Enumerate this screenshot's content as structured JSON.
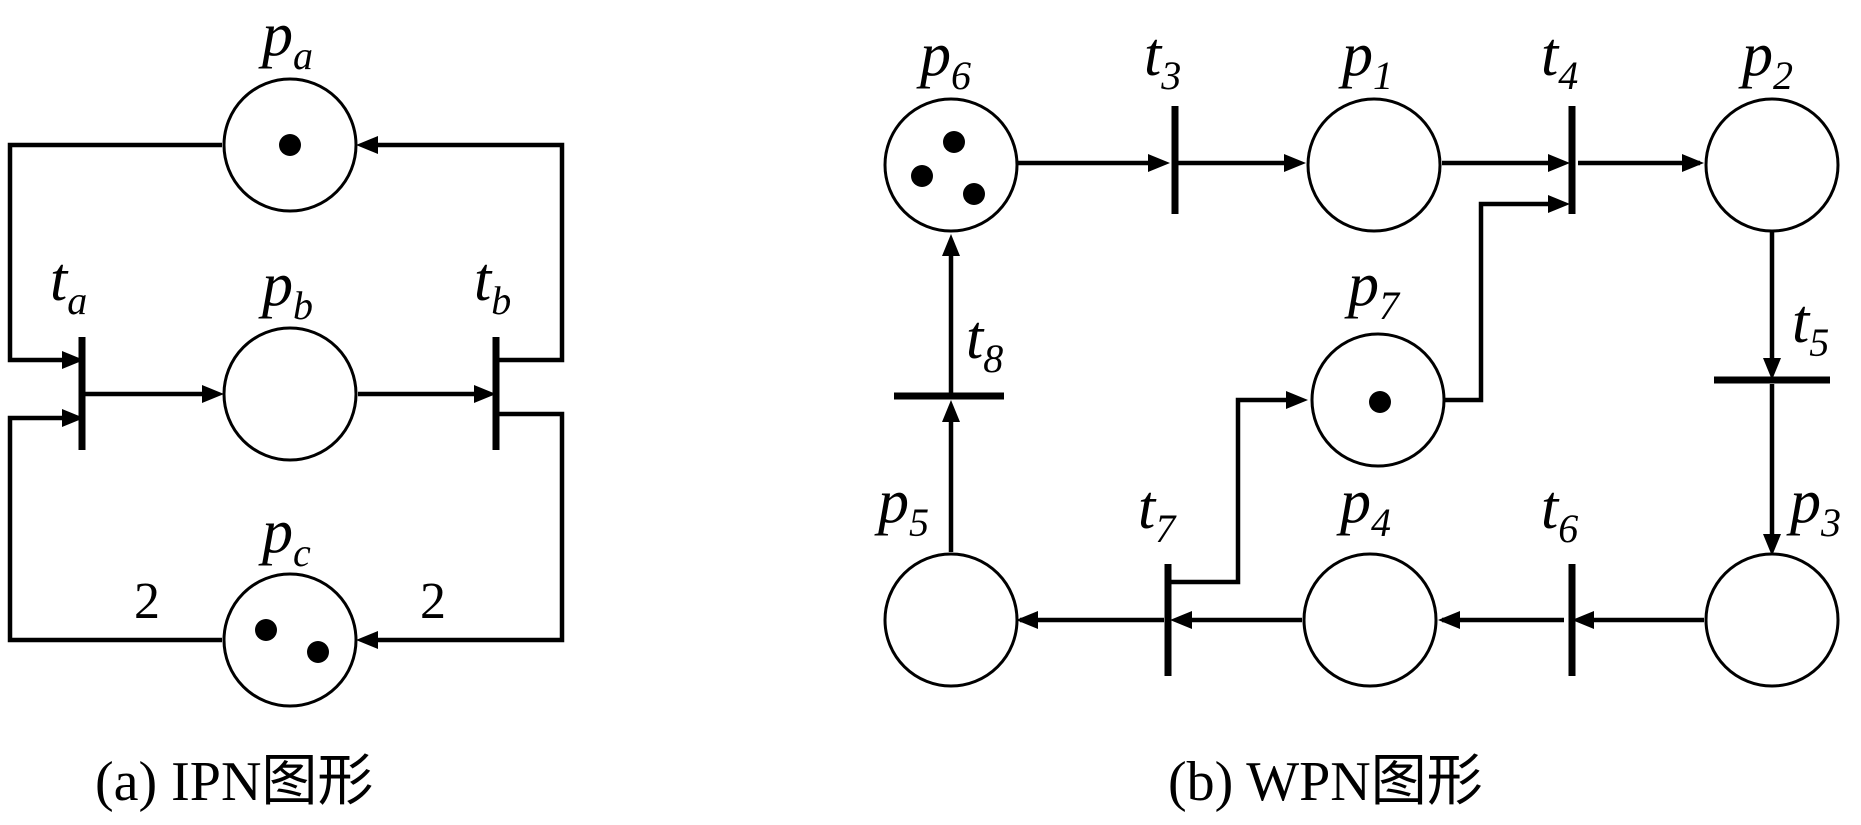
{
  "ipn": {
    "caption": "(a) IPN图形",
    "places": {
      "a": {
        "name": "p",
        "sub": "a",
        "tokens": 1
      },
      "b": {
        "name": "p",
        "sub": "b",
        "tokens": 0
      },
      "c": {
        "name": "p",
        "sub": "c",
        "tokens": 2
      }
    },
    "transitions": {
      "a": {
        "name": "t",
        "sub": "a"
      },
      "b": {
        "name": "t",
        "sub": "b"
      }
    },
    "arc_weights": {
      "pc_to_ta": "2",
      "tb_to_pc": "2"
    }
  },
  "wpn": {
    "caption": "(b) WPN图形",
    "places": {
      "p1": {
        "name": "p",
        "sub": "1",
        "tokens": 0
      },
      "p2": {
        "name": "p",
        "sub": "2",
        "tokens": 0
      },
      "p3": {
        "name": "p",
        "sub": "3",
        "tokens": 0
      },
      "p4": {
        "name": "p",
        "sub": "4",
        "tokens": 0
      },
      "p5": {
        "name": "p",
        "sub": "5",
        "tokens": 0
      },
      "p6": {
        "name": "p",
        "sub": "6",
        "tokens": 3
      },
      "p7": {
        "name": "p",
        "sub": "7",
        "tokens": 1
      }
    },
    "transitions": {
      "t3": {
        "name": "t",
        "sub": "3"
      },
      "t4": {
        "name": "t",
        "sub": "4"
      },
      "t5": {
        "name": "t",
        "sub": "5"
      },
      "t6": {
        "name": "t",
        "sub": "6"
      },
      "t7": {
        "name": "t",
        "sub": "7"
      },
      "t8": {
        "name": "t",
        "sub": "8"
      }
    }
  }
}
